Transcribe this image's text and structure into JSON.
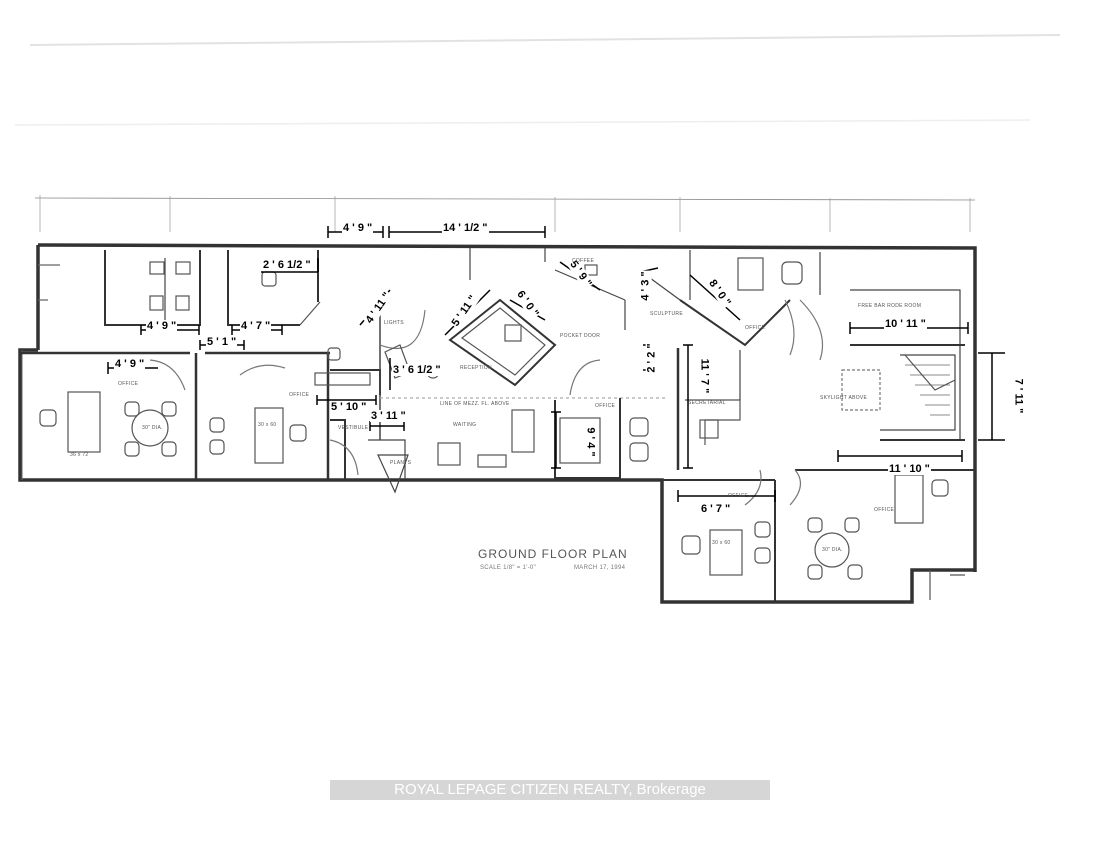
{
  "plan": {
    "title": "GROUND FLOOR PLAN",
    "scale": "SCALE 1/8\" = 1'-0\"",
    "date": "MARCH 17, 1994"
  },
  "dimensions": [
    "4 ' 9 \"",
    "14 ' 1/2 \"",
    "2 ' 6 1/2 \"",
    "5 ' 9 \"",
    "4 ' 3 \"",
    "8 ' 0 \"",
    "4 ' 11 \"",
    "5 ' 11 \"",
    "6 ' 0 \"",
    "10 ' 11 \"",
    "4 ' 9 \"",
    "4 ' 7 \"",
    "5 ' 1 \"",
    "4 ' 9 \"",
    "2 ' 2 \"",
    "3 ' 6 1/2 \"",
    "11 ' 7 \"",
    "7 ' 11 \"",
    "5 ' 10 \"",
    "3 ' 11 \"",
    "9 ' 4 \"",
    "11 ' 10 \"",
    "6 ' 7 \""
  ],
  "room_labels": [
    "OFFICE",
    "OFFICE",
    "OFFICE",
    "OFFICE",
    "OFFICE",
    "OFFICE",
    "RECEPTION",
    "WAITING",
    "VESTIBULE",
    "PLANTS",
    "SECRETARIAL",
    "SCULPTURE",
    "FREE BAR RODE ROOM",
    "SKYLIGHT ABOVE",
    "POCKET DOOR",
    "30\" DIA.",
    "30\" DIA.",
    "36 x 72",
    "30 x 60",
    "30 x 60",
    "LINE OF MEZZ. FL. ABOVE",
    "COFFEE",
    "LIGHTS"
  ],
  "watermark": "ROYAL LEPAGE CITIZEN REALTY, Brokerage"
}
